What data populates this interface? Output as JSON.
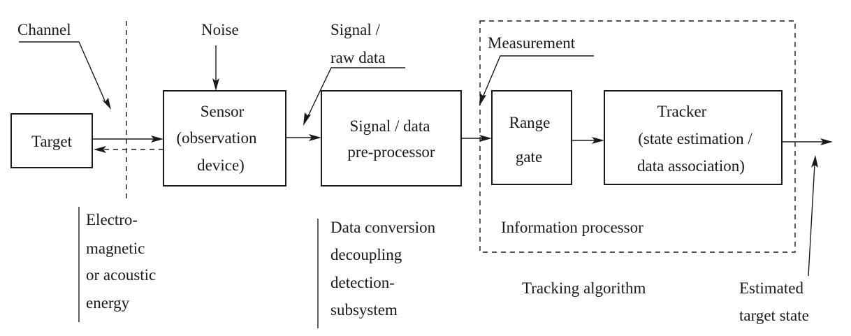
{
  "labels": {
    "channel": "Channel",
    "noise": "Noise",
    "signal_raw_line1": "Signal /",
    "signal_raw_line2": "raw data",
    "measurement": "Measurement",
    "target": "Target",
    "sensor_line1": "Sensor",
    "sensor_line2": "(observation",
    "sensor_line3": "device)",
    "preproc_line1": "Signal / data",
    "preproc_line2": "pre-processor",
    "range_gate_line1": "Range",
    "range_gate_line2": "gate",
    "tracker_line1": "Tracker",
    "tracker_line2": "(state estimation /",
    "tracker_line3": "data association)",
    "energy_line1": "Electro-",
    "energy_line2": "magnetic",
    "energy_line3": "or acoustic",
    "energy_line4": "energy",
    "conversion_line1": "Data conversion",
    "conversion_line2": "decoupling",
    "conversion_line3": "detection-",
    "conversion_line4": "subsystem",
    "information_processor": "Information processor",
    "tracking_algorithm": "Tracking algorithm",
    "estimated_line1": "Estimated",
    "estimated_line2": "target state"
  }
}
